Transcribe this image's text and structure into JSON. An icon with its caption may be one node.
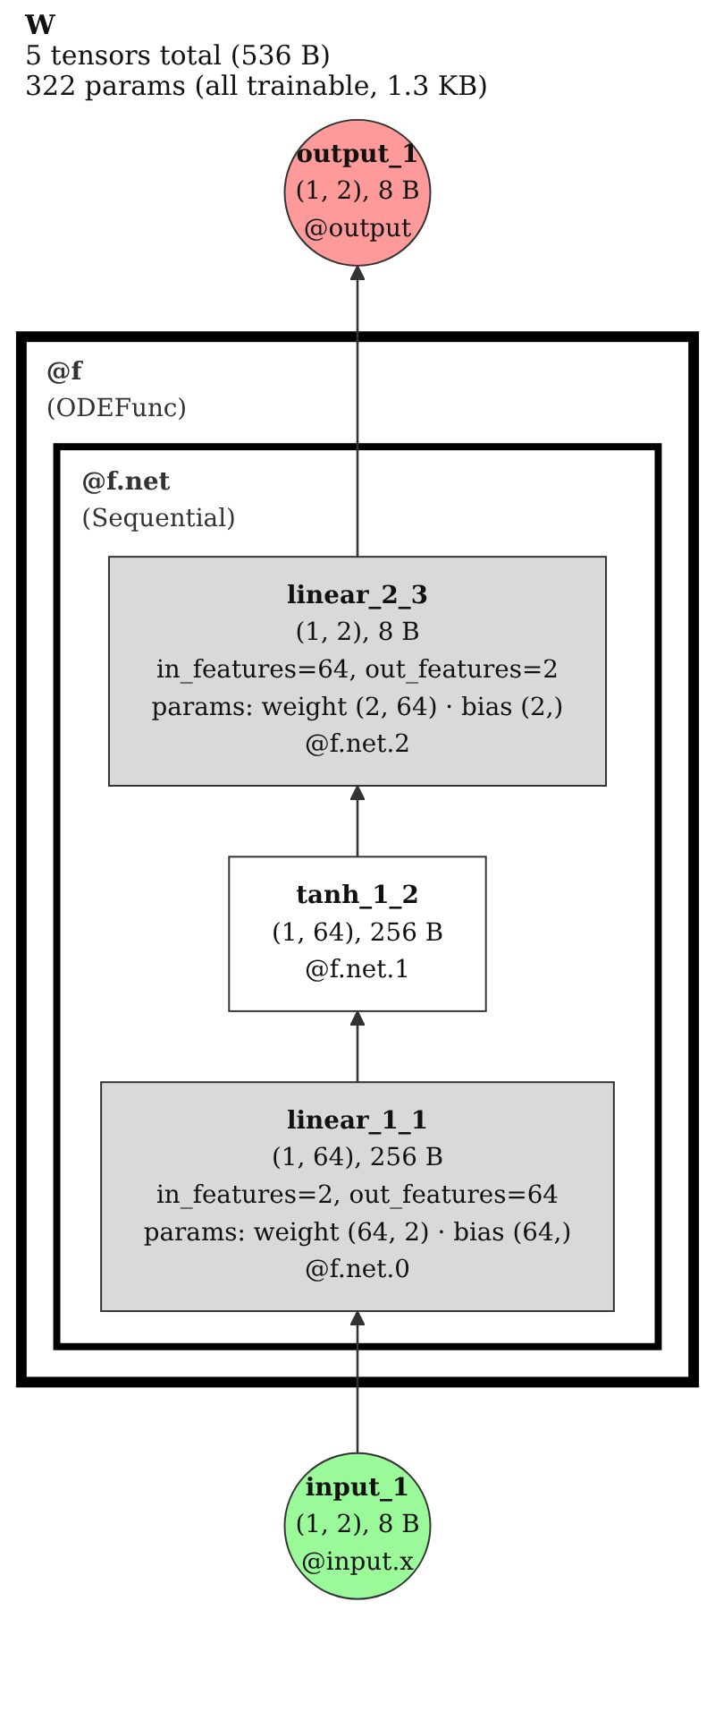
{
  "diagram": {
    "title": "W",
    "nodes": [
      {
        "text": [
          "output_1",
          "(1, 2), 8 B",
          "@output"
        ]
      },
      {
        "text": [
          "@f",
          "(ODEFunc)"
        ]
      },
      {
        "text": [
          "@f.net",
          "(Sequential)"
        ],
        "in": 1
      },
      {
        "text": [
          "linear_2_3",
          "(1, 2), 8 B",
          "in_features=64, out_features=2",
          "params: weight (2, 64) · bias (2,)",
          "@f.net.2"
        ],
        "in": 2
      },
      {
        "text": [
          "tanh_1_2",
          "(1, 64), 256 B",
          "@f.net.1"
        ],
        "in": 2
      },
      {
        "text": [
          "linear_1_1",
          "(1, 64), 256 B",
          "in_features=2, out_features=64",
          "params: weight (64, 2) · bias (64,)",
          "@f.net.0"
        ],
        "in": 2
      },
      {
        "text": [
          "input_1",
          "(1, 2), 8 B",
          "@input.x"
        ]
      }
    ],
    "edges": [
      {
        "from": 6,
        "to": 5,
        "arrow": "to"
      },
      {
        "from": 5,
        "to": 4,
        "arrow": "to"
      },
      {
        "from": 4,
        "to": 3,
        "arrow": "to"
      },
      {
        "from": 3,
        "to": 0,
        "arrow": "to"
      }
    ],
    "labels": [
      "5 tensors total (536 B)",
      "322 params (all trainable, 1.3 KB)"
    ]
  }
}
